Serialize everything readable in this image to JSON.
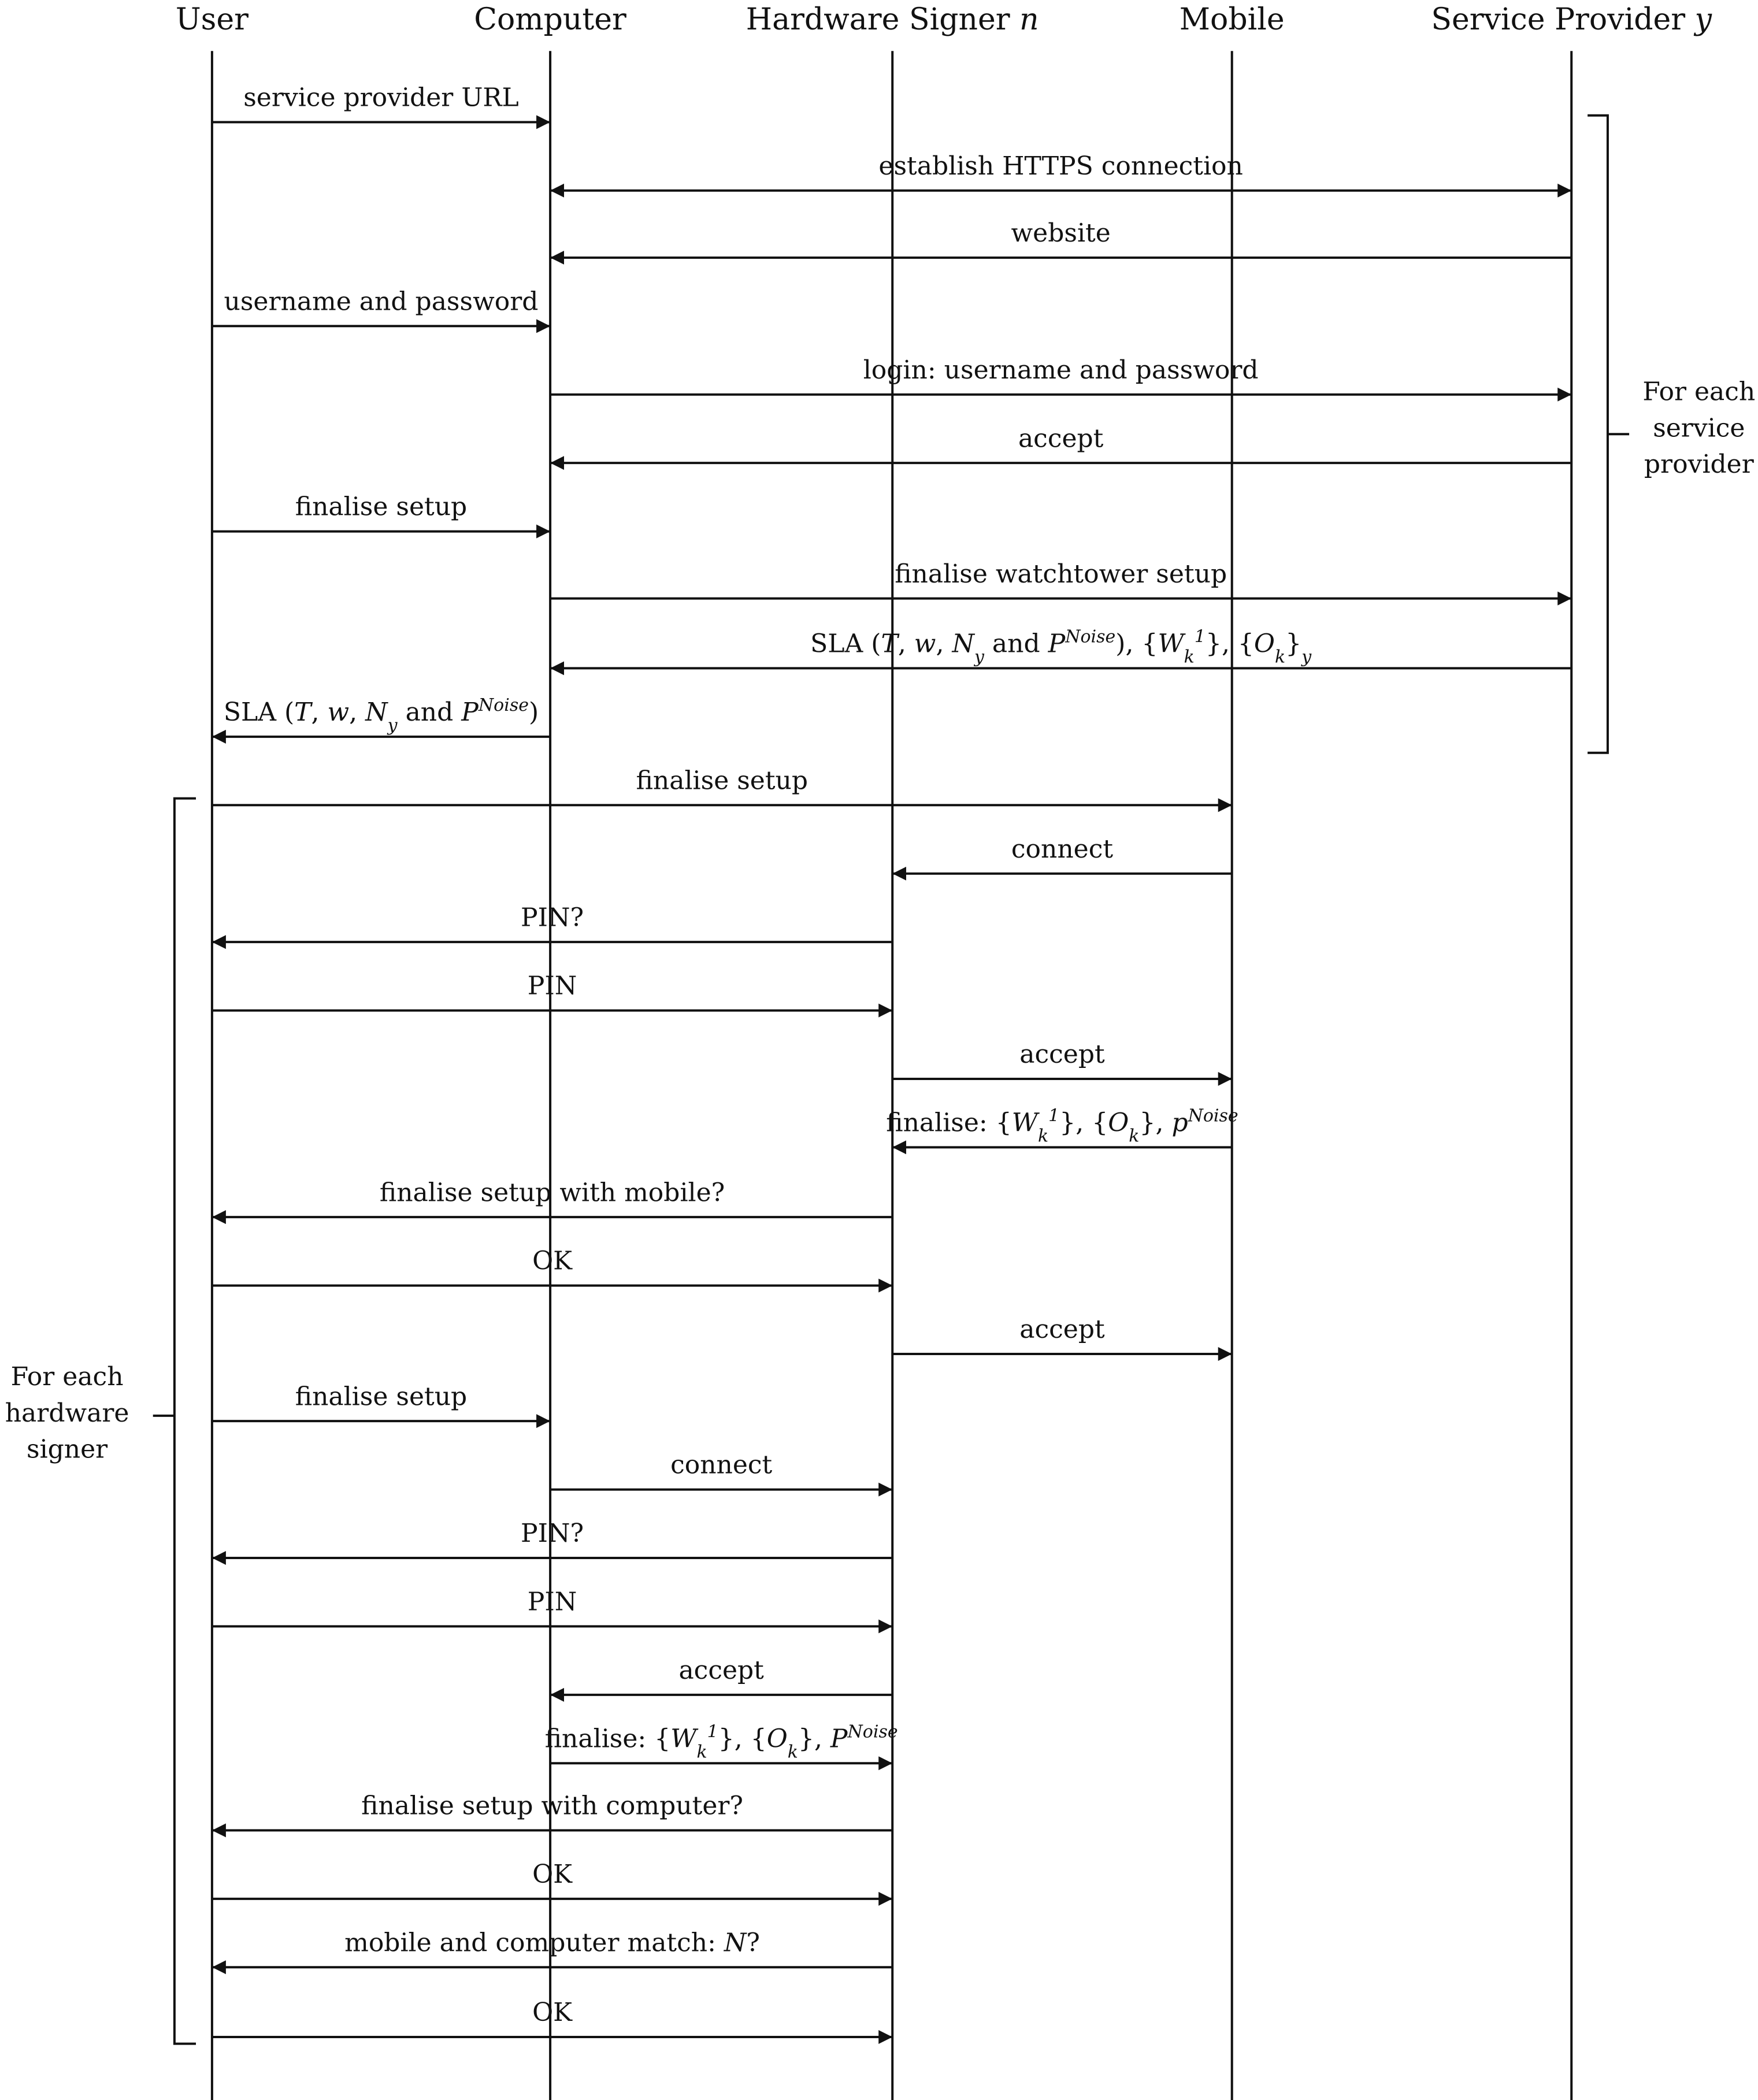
{
  "participants": [
    {
      "id": "user",
      "label": "User"
    },
    {
      "id": "computer",
      "label": "Computer"
    },
    {
      "id": "signer",
      "label": "Hardware Signer",
      "var": "n"
    },
    {
      "id": "mobile",
      "label": "Mobile"
    },
    {
      "id": "provider",
      "label": "Service Provider",
      "var": "y"
    }
  ],
  "messages": [
    {
      "from": "user",
      "to": "computer",
      "label": "service provider URL"
    },
    {
      "from": "computer",
      "to": "provider",
      "label": "establish HTTPS connection",
      "bidirectional": true
    },
    {
      "from": "provider",
      "to": "computer",
      "label": "website"
    },
    {
      "from": "user",
      "to": "computer",
      "label": "username and password"
    },
    {
      "from": "computer",
      "to": "provider",
      "label": "login: username and password"
    },
    {
      "from": "provider",
      "to": "computer",
      "label": "accept"
    },
    {
      "from": "user",
      "to": "computer",
      "label": "finalise setup"
    },
    {
      "from": "computer",
      "to": "provider",
      "label": "finalise watchtower setup"
    },
    {
      "from": "provider",
      "to": "computer",
      "label": "SLA (T, w, N_y and P^Noise), {W_k^1}, {O_k}_y",
      "rich": [
        "SLA (",
        {
          "i": "T"
        },
        ", ",
        {
          "i": "w"
        },
        ", ",
        {
          "i": "N"
        },
        {
          "sub": "y"
        },
        " and  ",
        {
          "i": "P"
        },
        {
          "sup": "Noise"
        },
        "), {",
        {
          "i": "W"
        },
        {
          "sub": "k"
        },
        {
          "sup": "1"
        },
        "}, {",
        {
          "i": "O"
        },
        {
          "sub": "k"
        },
        "}",
        {
          "sub": "y"
        }
      ]
    },
    {
      "from": "computer",
      "to": "user",
      "label": "SLA (T, w, N_y and P^Noise)",
      "rich": [
        "SLA (",
        {
          "i": "T"
        },
        ", ",
        {
          "i": "w"
        },
        ", ",
        {
          "i": "N"
        },
        {
          "sub": "y"
        },
        " and  ",
        {
          "i": "P"
        },
        {
          "sup": "Noise"
        },
        ")"
      ]
    },
    {
      "from": "user",
      "to": "mobile",
      "label": "finalise setup"
    },
    {
      "from": "mobile",
      "to": "signer",
      "label": "connect"
    },
    {
      "from": "signer",
      "to": "user",
      "label": "PIN?"
    },
    {
      "from": "user",
      "to": "signer",
      "label": "PIN"
    },
    {
      "from": "signer",
      "to": "mobile",
      "label": "accept"
    },
    {
      "from": "mobile",
      "to": "signer",
      "label": "finalise: {W_k^1}, {O_k}, p^Noise",
      "rich": [
        "finalise: {",
        {
          "i": "W"
        },
        {
          "sub": "k"
        },
        {
          "sup": "1"
        },
        "}, {",
        {
          "i": "O"
        },
        {
          "sub": "k"
        },
        "}, ",
        {
          "i": "p"
        },
        {
          "sup": "Noise"
        }
      ]
    },
    {
      "from": "signer",
      "to": "user",
      "label": "finalise setup with mobile?"
    },
    {
      "from": "user",
      "to": "signer",
      "label": "OK"
    },
    {
      "from": "signer",
      "to": "mobile",
      "label": "accept"
    },
    {
      "from": "user",
      "to": "computer",
      "label": "finalise setup"
    },
    {
      "from": "computer",
      "to": "signer",
      "label": "connect"
    },
    {
      "from": "signer",
      "to": "user",
      "label": "PIN?"
    },
    {
      "from": "user",
      "to": "signer",
      "label": "PIN"
    },
    {
      "from": "signer",
      "to": "computer",
      "label": "accept"
    },
    {
      "from": "computer",
      "to": "signer",
      "label": "finalise: {W_k^1}, {O_k}, P^Noise",
      "rich": [
        "finalise: {",
        {
          "i": "W"
        },
        {
          "sub": "k"
        },
        {
          "sup": "1"
        },
        "}, {",
        {
          "i": "O"
        },
        {
          "sub": "k"
        },
        "}, ",
        {
          "i": "P"
        },
        {
          "sup": "Noise"
        }
      ]
    },
    {
      "from": "signer",
      "to": "user",
      "label": "finalise setup with computer?"
    },
    {
      "from": "user",
      "to": "signer",
      "label": "OK"
    },
    {
      "from": "signer",
      "to": "user",
      "label": "mobile and computer match: N?",
      "rich": [
        "mobile and computer match: ",
        {
          "i": "N"
        },
        "?"
      ]
    },
    {
      "from": "user",
      "to": "signer",
      "label": "OK"
    }
  ],
  "groups": [
    {
      "label_lines": [
        "For each",
        "service",
        "provider"
      ],
      "side": "right",
      "from_message": 1,
      "to_message": 9
    },
    {
      "label_lines": [
        "For each",
        "hardware",
        "signer"
      ],
      "side": "left",
      "from_message": 10,
      "to_message": 28
    }
  ]
}
